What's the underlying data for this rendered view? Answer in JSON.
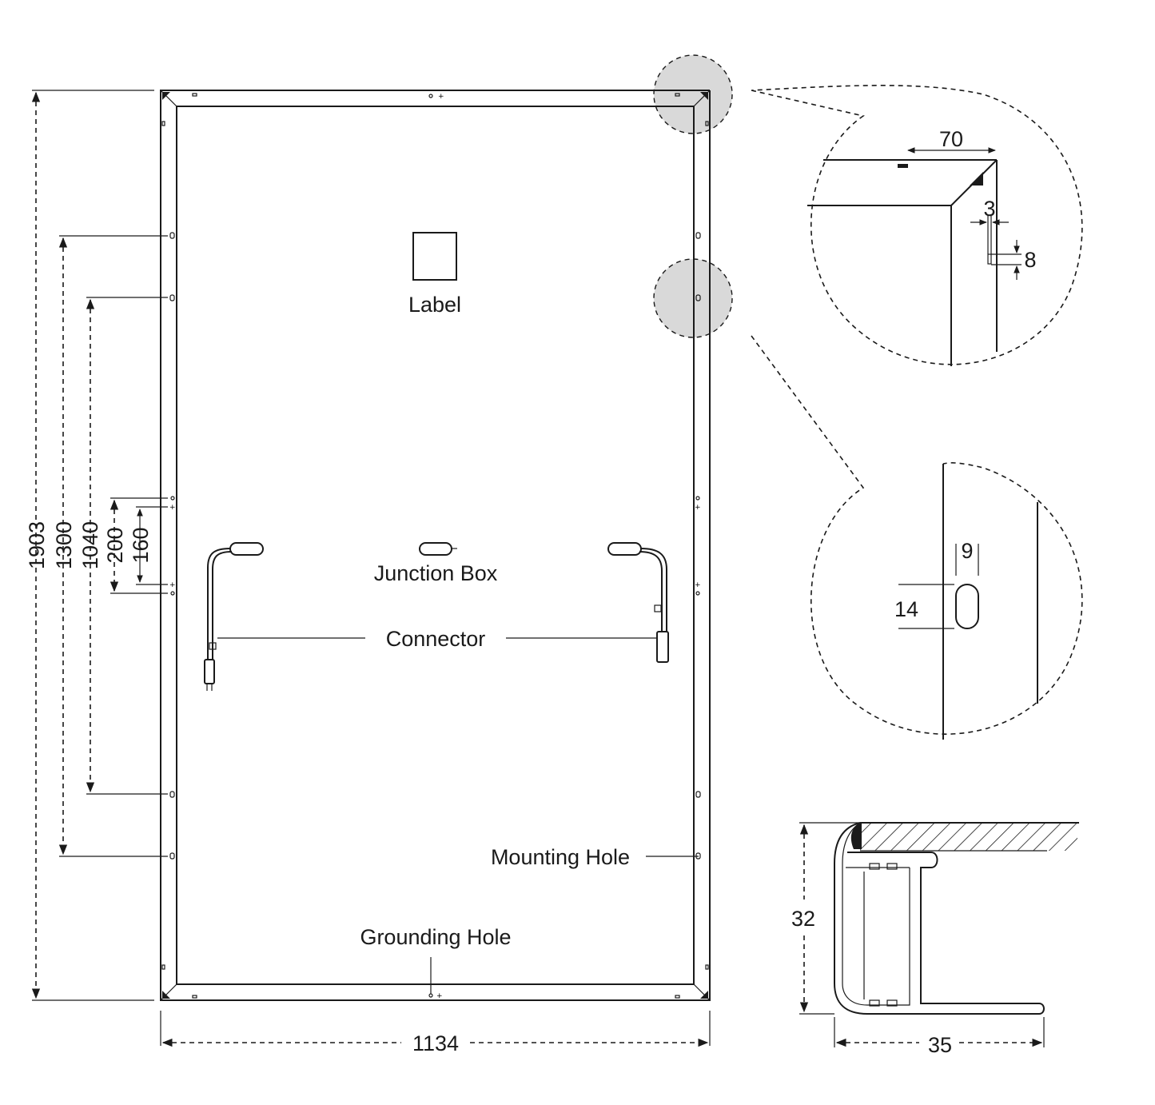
{
  "labels": {
    "label": "Label",
    "junction_box": "Junction Box",
    "connector": "Connector",
    "mounting_hole": "Mounting Hole",
    "grounding_hole": "Grounding Hole"
  },
  "dimensions": {
    "height_total": "1903",
    "mount_outer": "1300",
    "mount_inner": "1040",
    "ground_outer": "200",
    "ground_inner": "160",
    "width_total": "1134",
    "corner_offset": "70",
    "corner_slot_w": "3",
    "corner_slot_h": "8",
    "hole_width": "9",
    "hole_height": "14",
    "profile_height": "32",
    "profile_width": "35"
  },
  "colors": {
    "line": "#1a1a1a",
    "callout_fill": "#d9d9d9",
    "background": "#ffffff"
  }
}
